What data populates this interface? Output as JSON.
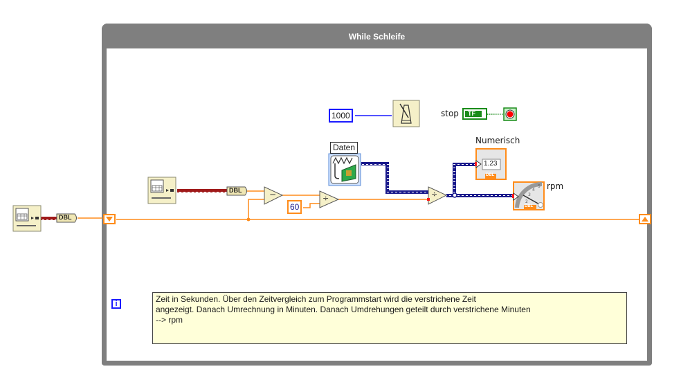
{
  "loop": {
    "title": "While Schleife",
    "iteration_label": "i"
  },
  "nodes": {
    "outside_tick": {
      "icon": "tick-count-icon",
      "type_label": "DBL"
    },
    "inside_tick": {
      "icon": "tick-count-icon",
      "type_label": "DBL"
    },
    "subtract": {
      "symbol": "−"
    },
    "divide_60": {
      "symbol": "÷"
    },
    "divide_rpm": {
      "symbol": "÷"
    },
    "const_60": {
      "value": "60"
    },
    "const_1000": {
      "value": "1000"
    },
    "wait": {
      "icon": "metronome-icon"
    },
    "daq": {
      "label": "Daten",
      "icon": "daq-assistant-icon"
    },
    "stop": {
      "label": "stop",
      "type_label": "TF"
    },
    "numeric_indicator": {
      "label": "Numerisch",
      "display": "1.23",
      "type_label": "DBL"
    },
    "gauge_indicator": {
      "label": "rpm",
      "type_label": "DBL",
      "ticks": [
        "2",
        "3",
        "4",
        "5"
      ]
    }
  },
  "comment": {
    "lines": [
      "Zeit in Sekunden. Über den Zeitvergleich zum Programmstart wird die verstrichene Zeit",
      "angezeigt. Danach Umrechnung in Minuten. Danach Umdrehungen geteilt durch verstrichene Minuten",
      "--> rpm"
    ]
  },
  "colors": {
    "frame": "#7f7f7f",
    "dbl_wire": "#ff8c1a",
    "dynamic_wire": "#1a1a8c",
    "i32_wire": "#1a1aff",
    "bool_wire": "#1a8c1a",
    "timestamp_wire": "#a01a1a",
    "comment_bg": "#ffffd9"
  }
}
